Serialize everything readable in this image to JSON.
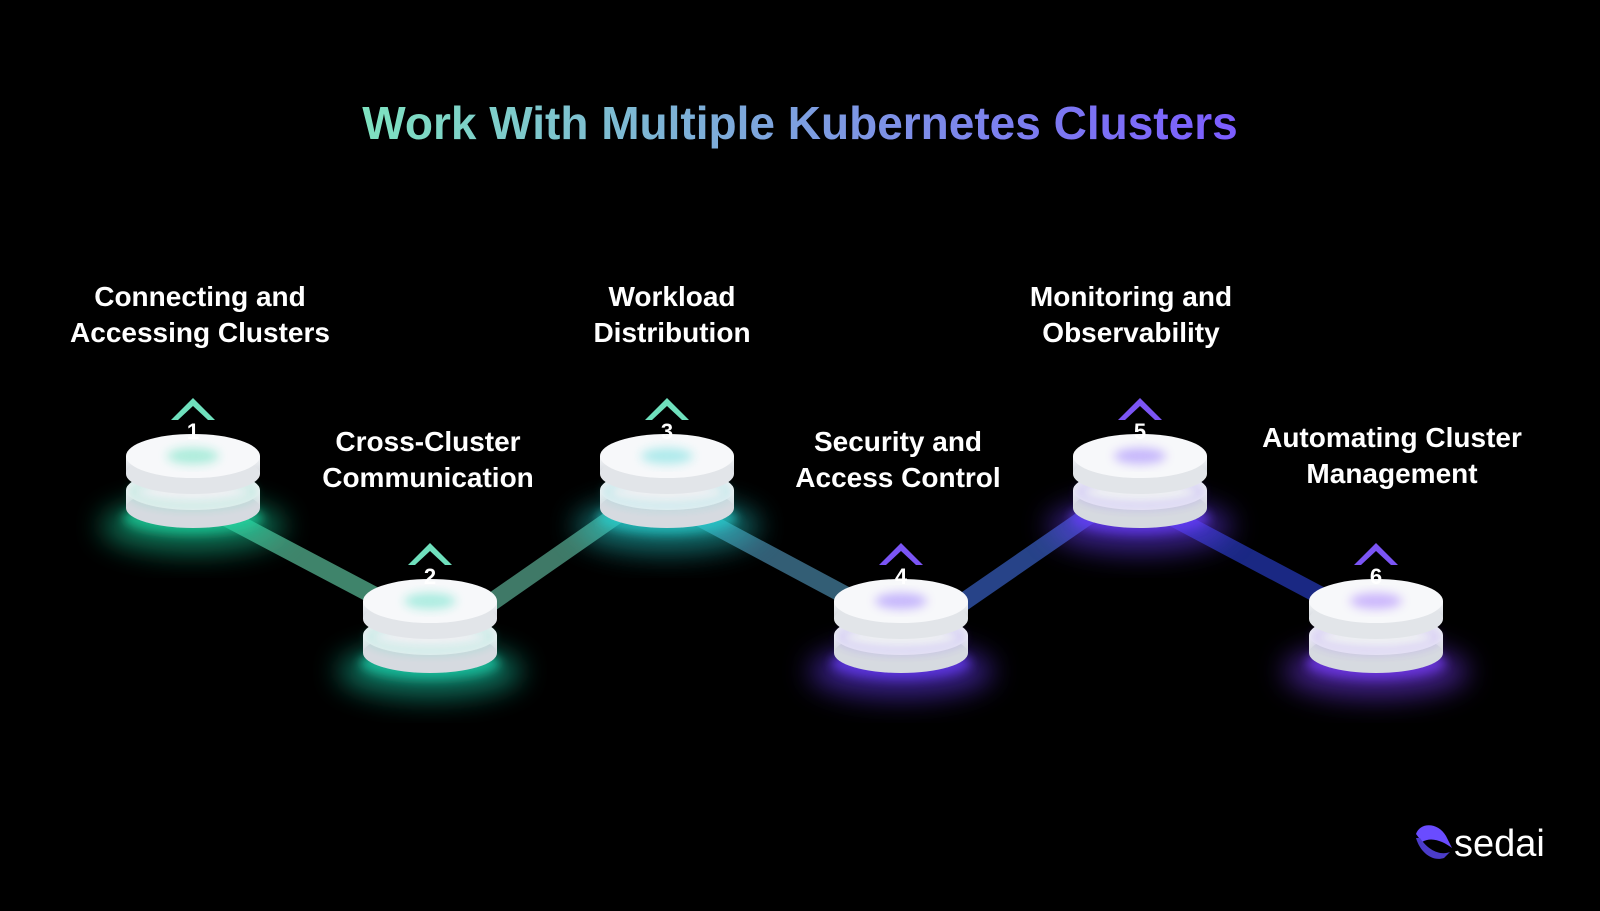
{
  "title": {
    "text": "Work With Multiple Kubernetes Clusters",
    "gradient_start": "#7ee2c0",
    "gradient_end": "#7c5cff"
  },
  "steps": [
    {
      "number": "1",
      "label_lines": [
        "Connecting and",
        "Accessing Clusters"
      ],
      "color": "#6fe0bd",
      "glow": "#1fd6a0"
    },
    {
      "number": "2",
      "label_lines": [
        "Cross-Cluster",
        "Communication"
      ],
      "color": "#6fe0bd",
      "glow": "#1fd6b0"
    },
    {
      "number": "3",
      "label_lines": [
        "Workload",
        "Distribution"
      ],
      "color": "#6fe0bd",
      "glow": "#27d0d0"
    },
    {
      "number": "4",
      "label_lines": [
        "Security and",
        "Access Control"
      ],
      "color": "#7b55f5",
      "glow": "#6a3cff"
    },
    {
      "number": "5",
      "label_lines": [
        "Monitoring and",
        "Observability"
      ],
      "color": "#7b55f5",
      "glow": "#6a3cff"
    },
    {
      "number": "6",
      "label_lines": [
        "Automating Cluster",
        "Management"
      ],
      "color": "#7b55f5",
      "glow": "#7a3cff"
    }
  ],
  "connector_colors": [
    "#4a9c7e",
    "#4a8f7a",
    "#3d6f8a",
    "#2e4fa0",
    "#1f2f9a"
  ],
  "logo": {
    "text": "sedai",
    "icon": "sedai-logo-icon",
    "accent": "#6a4cff"
  }
}
